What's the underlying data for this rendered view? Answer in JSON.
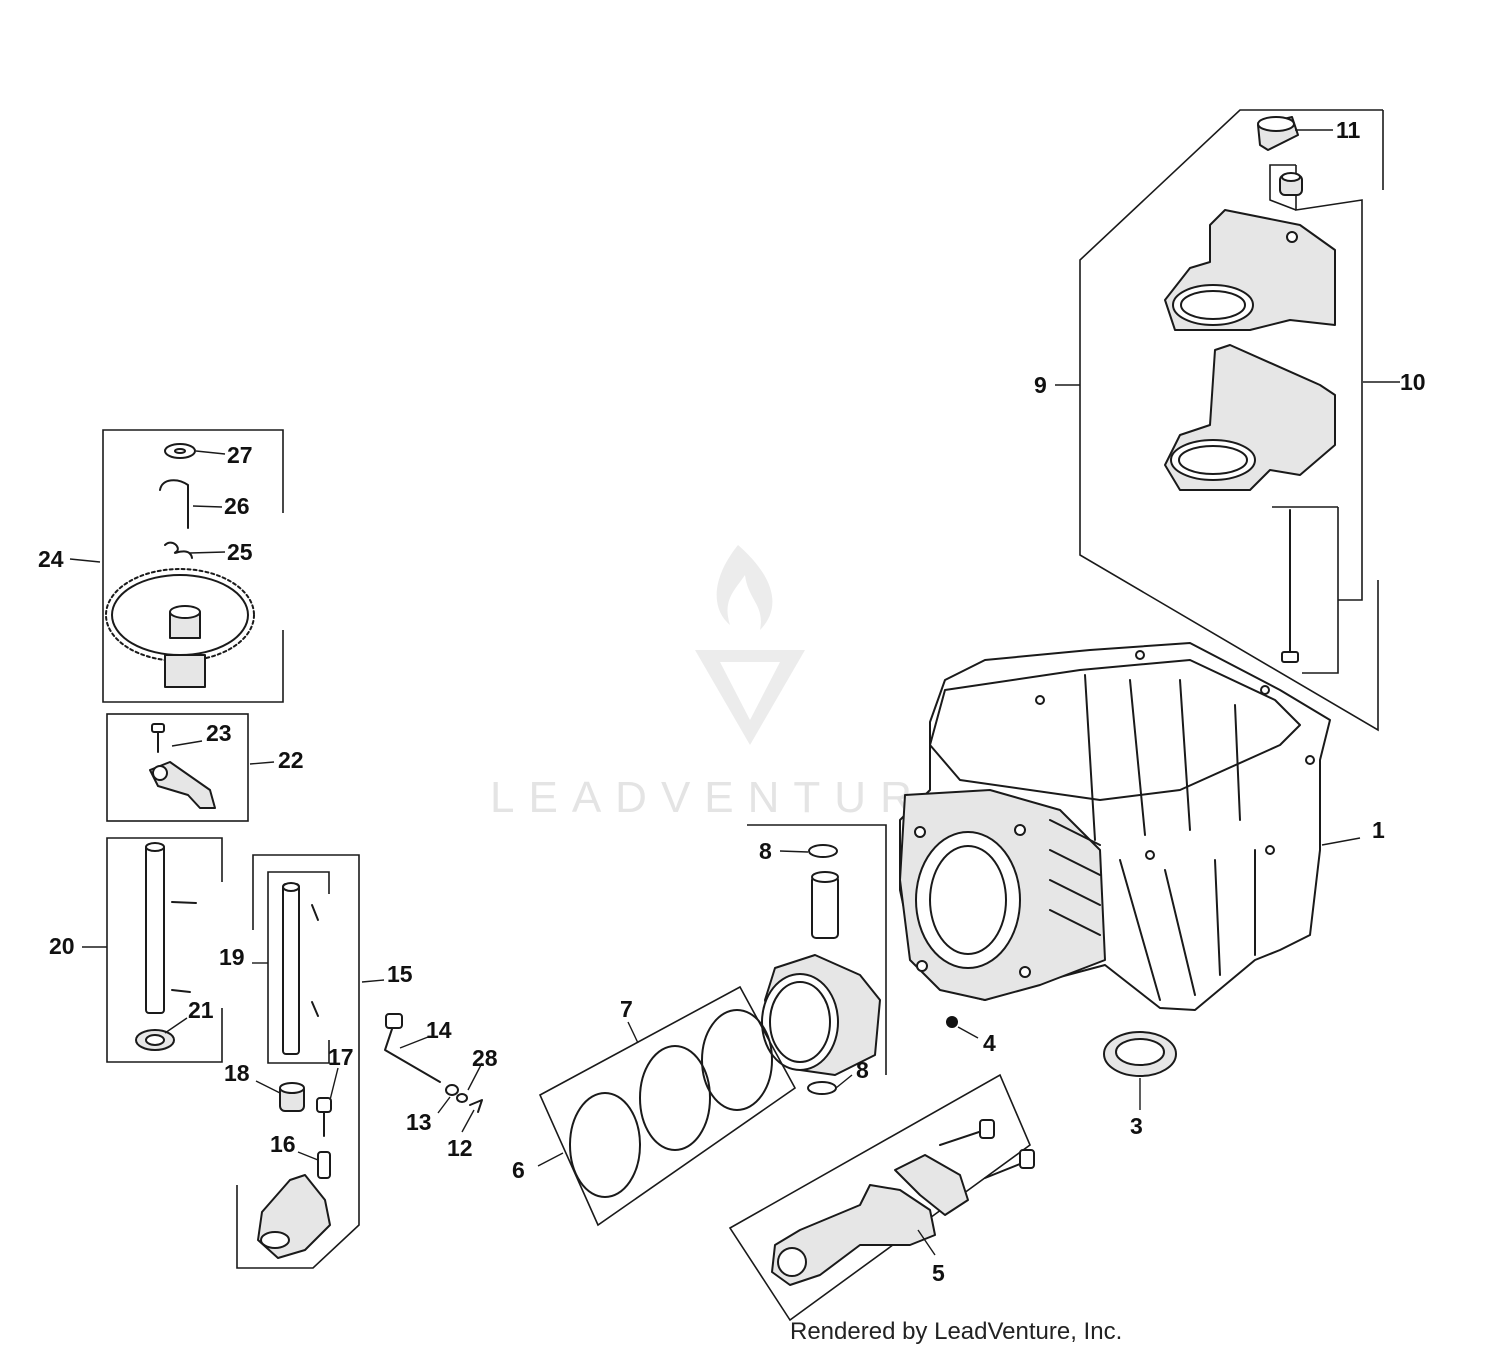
{
  "watermark": {
    "brand": "LEADVENTURE"
  },
  "credit": "Rendered by LeadVenture, Inc.",
  "callouts": {
    "c1": "1",
    "c3": "3",
    "c4": "4",
    "c5": "5",
    "c6": "6",
    "c7": "7",
    "c8a": "8",
    "c8b": "8",
    "c9": "9",
    "c10": "10",
    "c11": "11",
    "c12": "12",
    "c13": "13",
    "c14": "14",
    "c15": "15",
    "c16": "16",
    "c17": "17",
    "c18": "18",
    "c19": "19",
    "c20": "20",
    "c21": "21",
    "c22": "22",
    "c23": "23",
    "c24": "24",
    "c25": "25",
    "c26": "26",
    "c27": "27",
    "c28": "28"
  }
}
